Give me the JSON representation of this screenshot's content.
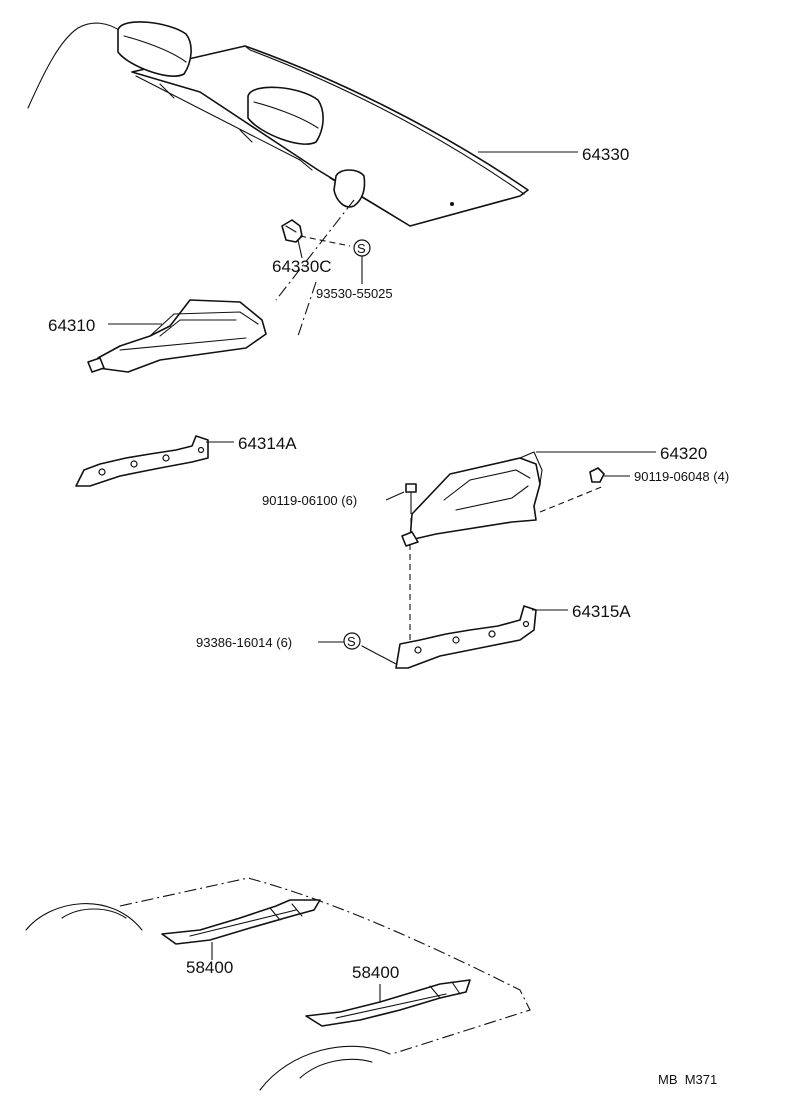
{
  "diagram": {
    "labels": {
      "package_tray_trim": "64330",
      "tray_clip": "64330C",
      "clip_screw": "93530-55025",
      "speaker_box_left": "64310",
      "bracket_left": "64314A",
      "speaker_box_right": "64320",
      "bolt_a": "90119-06100 (6)",
      "bolt_b": "90119-06048 (4)",
      "bracket_right": "64315A",
      "screw_c": "93386-16014 (6)",
      "roof_rail_front": "58400",
      "roof_rail_rear": "58400"
    },
    "screw_symbol": "S",
    "footer": "MB  M371"
  }
}
